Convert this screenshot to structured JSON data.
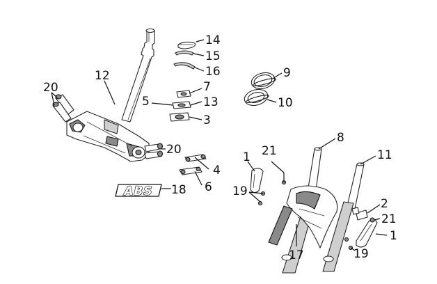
{
  "diagram": {
    "callouts": [
      {
        "id": "c14",
        "label": "14"
      },
      {
        "id": "c15",
        "label": "15"
      },
      {
        "id": "c16",
        "label": "16"
      },
      {
        "id": "c9",
        "label": "9"
      },
      {
        "id": "c10",
        "label": "10"
      },
      {
        "id": "c12",
        "label": "12"
      },
      {
        "id": "c20a",
        "label": "20"
      },
      {
        "id": "c7",
        "label": "7"
      },
      {
        "id": "c5",
        "label": "5"
      },
      {
        "id": "c13",
        "label": "13"
      },
      {
        "id": "c3",
        "label": "3"
      },
      {
        "id": "c20b",
        "label": "20"
      },
      {
        "id": "c4",
        "label": "4"
      },
      {
        "id": "c6",
        "label": "6"
      },
      {
        "id": "c18",
        "label": "18"
      },
      {
        "id": "c8",
        "label": "8"
      },
      {
        "id": "c11",
        "label": "11"
      },
      {
        "id": "c1a",
        "label": "1"
      },
      {
        "id": "c21a",
        "label": "21"
      },
      {
        "id": "c19a",
        "label": "19"
      },
      {
        "id": "c2",
        "label": "2"
      },
      {
        "id": "c21b",
        "label": "21"
      },
      {
        "id": "c1b",
        "label": "1"
      },
      {
        "id": "c17",
        "label": "17"
      },
      {
        "id": "c19b",
        "label": "19"
      }
    ],
    "abs_badge": {
      "text": "ABS"
    },
    "colors": {
      "line": "#111111",
      "shade": "#8a8a8a",
      "fill": "#ffffff"
    }
  }
}
